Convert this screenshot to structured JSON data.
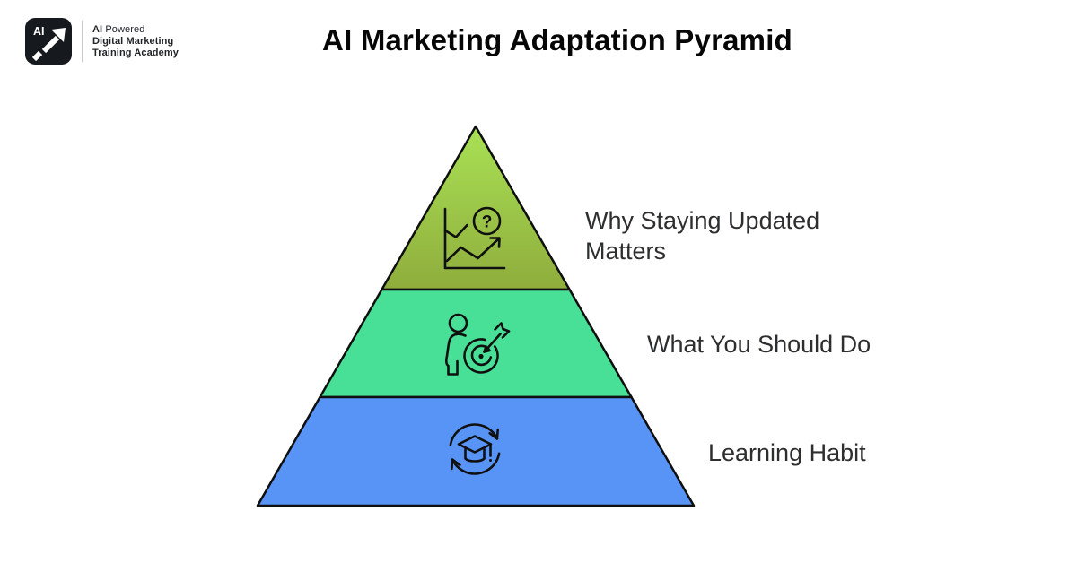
{
  "header": {
    "title": "AI Marketing Adaptation Pyramid"
  },
  "logo": {
    "badge_text": "AI",
    "tagline_bold": "AI",
    "tagline_rest": " Powered",
    "line2": "Digital Marketing",
    "line3": "Training Academy"
  },
  "pyramid": {
    "outline_color": "#0f0f0f",
    "icon_stroke_color": "#101010",
    "tiers": [
      {
        "position": "top",
        "label": "Why Staying Updated Matters",
        "icon": "chart-question-icon",
        "icon_glyph": "?",
        "color_top": "#a9e155",
        "color_bottom": "#8fad3c"
      },
      {
        "position": "middle",
        "label": "What You Should Do",
        "icon": "person-target-icon",
        "color": "#47e096"
      },
      {
        "position": "bottom",
        "label": "Learning Habit",
        "icon": "learning-cycle-icon",
        "color": "#5894f6"
      }
    ]
  }
}
